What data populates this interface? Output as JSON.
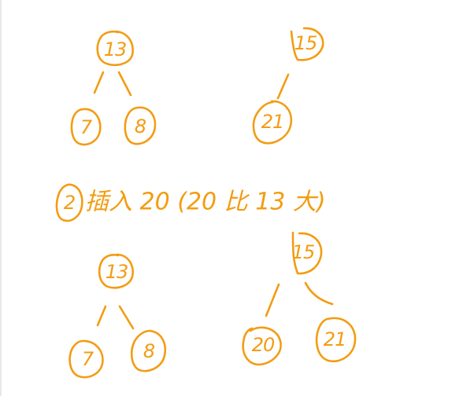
{
  "annotation": {
    "step_number": "2",
    "text": "插入 20 (20 比 13 大)"
  },
  "before": {
    "tree_left": {
      "root": "13",
      "children": [
        "7",
        "8"
      ]
    },
    "tree_right": {
      "root": "15",
      "children": [
        "21"
      ]
    }
  },
  "after": {
    "tree_left": {
      "root": "13",
      "children": [
        "7",
        "8"
      ]
    },
    "tree_right": {
      "root": "15",
      "children": [
        "20",
        "21"
      ]
    }
  },
  "colors": {
    "ink": "#f39c12",
    "background": "#ffffff"
  }
}
